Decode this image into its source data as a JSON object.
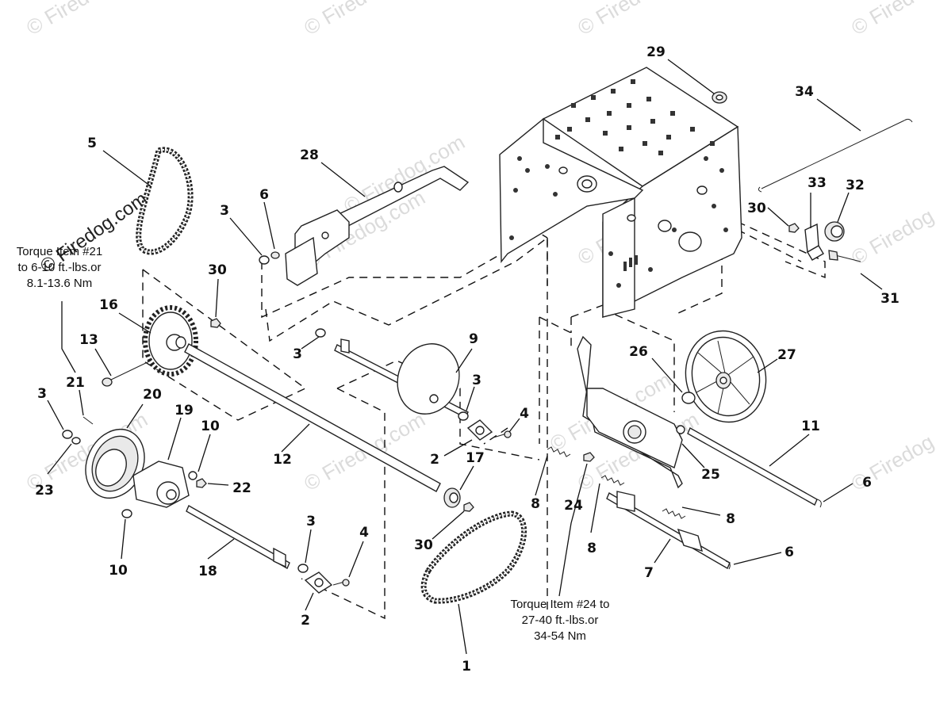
{
  "watermark": {
    "text": "© Firedog.com",
    "overlay_text": "© Firedog.com"
  },
  "notes": {
    "torque_21": [
      "Torque Item #21",
      "to 6-10 ft.-lbs.or",
      "8.1-13.6 Nm"
    ],
    "torque_24": [
      "Torque Item #24 to",
      "27-40 ft.-lbs.or",
      "34-54 Nm"
    ]
  },
  "callouts": {
    "c1": "1",
    "c2a": "2",
    "c2b": "2",
    "c3a": "3",
    "c3b": "3",
    "c3c": "3",
    "c3d": "3",
    "c3e": "3",
    "c4a": "4",
    "c4b": "4",
    "c5": "5",
    "c6a": "6",
    "c6b": "6",
    "c6c": "6",
    "c7": "7",
    "c8a": "8",
    "c8b": "8",
    "c8c": "8",
    "c9": "9",
    "c10a": "10",
    "c10b": "10",
    "c11": "11",
    "c12": "12",
    "c13": "13",
    "c16": "16",
    "c17": "17",
    "c18": "18",
    "c19": "19",
    "c20": "20",
    "c21": "21",
    "c22": "22",
    "c23": "23",
    "c24": "24",
    "c25": "25",
    "c26": "26",
    "c27": "27",
    "c28": "28",
    "c29": "29",
    "c30a": "30",
    "c30b": "30",
    "c30c": "30",
    "c31": "31",
    "c32": "32",
    "c33": "33",
    "c34": "34"
  }
}
